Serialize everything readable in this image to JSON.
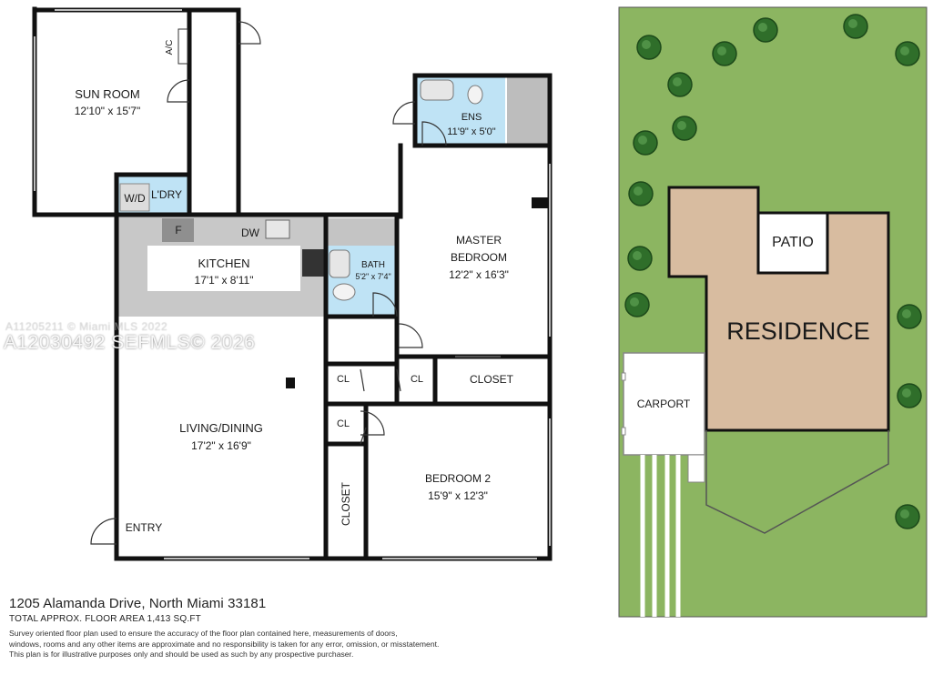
{
  "rooms": {
    "sun_room": {
      "name": "SUN ROOM",
      "size": "12'10\" x 15'7\""
    },
    "ac": "A/C",
    "wd": "W/D",
    "laundry": "L'DRY",
    "kitchen": {
      "name": "KITCHEN",
      "size": "17'1\" x 8'11\""
    },
    "fridge": "F",
    "dw": "DW",
    "ensuite": {
      "name": "ENS",
      "size": "11'9\" x 5'0\""
    },
    "master": {
      "name1": "MASTER",
      "name2": "BEDROOM",
      "size": "12'2\" x 16'3\""
    },
    "bath": {
      "name": "BATH",
      "size": "5'2\" x 7'4\""
    },
    "cl": "CL",
    "closet": "CLOSET",
    "living": {
      "name": "LIVING/DINING",
      "size": "17'2\" x 16'9\""
    },
    "bedroom2": {
      "name": "BEDROOM 2",
      "size": "15'9\" x 12'3\""
    },
    "entry": "ENTRY"
  },
  "site": {
    "patio": "PATIO",
    "residence": "RESIDENCE",
    "carport": "CARPORT",
    "colors": {
      "grass": "#8cb561",
      "house": "#d8bca0",
      "tree": "#2f6e2a"
    }
  },
  "footer": {
    "address": "1205 Alamanda Drive, North Miami 33181",
    "area": "TOTAL APPROX. FLOOR AREA 1,413 SQ.FT",
    "disclaimer": [
      "Survey oriented floor plan used to ensure the accuracy of the floor plan contained here, measurements of doors,",
      "windows, rooms and any other items are approximate and no responsibility is taken for any error, omission, or misstatement.",
      "This plan is for illustrative purposes only and should be used as such by any prospective purchaser."
    ]
  },
  "watermark": {
    "text": "A12030492  SEFMLS© 2026",
    "ghost": "A11205211 © Miami MLS 2022"
  }
}
